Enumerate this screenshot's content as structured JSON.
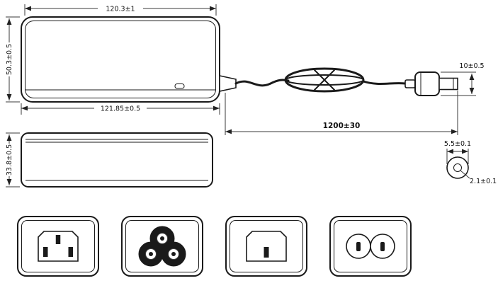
{
  "diagram": {
    "dimensions": {
      "top_width": "120.3±1",
      "front_height": "50.3±0.5",
      "bottom_width": "121.85±0.5",
      "plug_diameter": "10±0.5",
      "cable_length": "1200±30",
      "side_height": "33.8±0.5",
      "barrel_outer_diameter": "5.5±0.1",
      "barrel_inner_diameter": "2.1±0.1"
    }
  }
}
